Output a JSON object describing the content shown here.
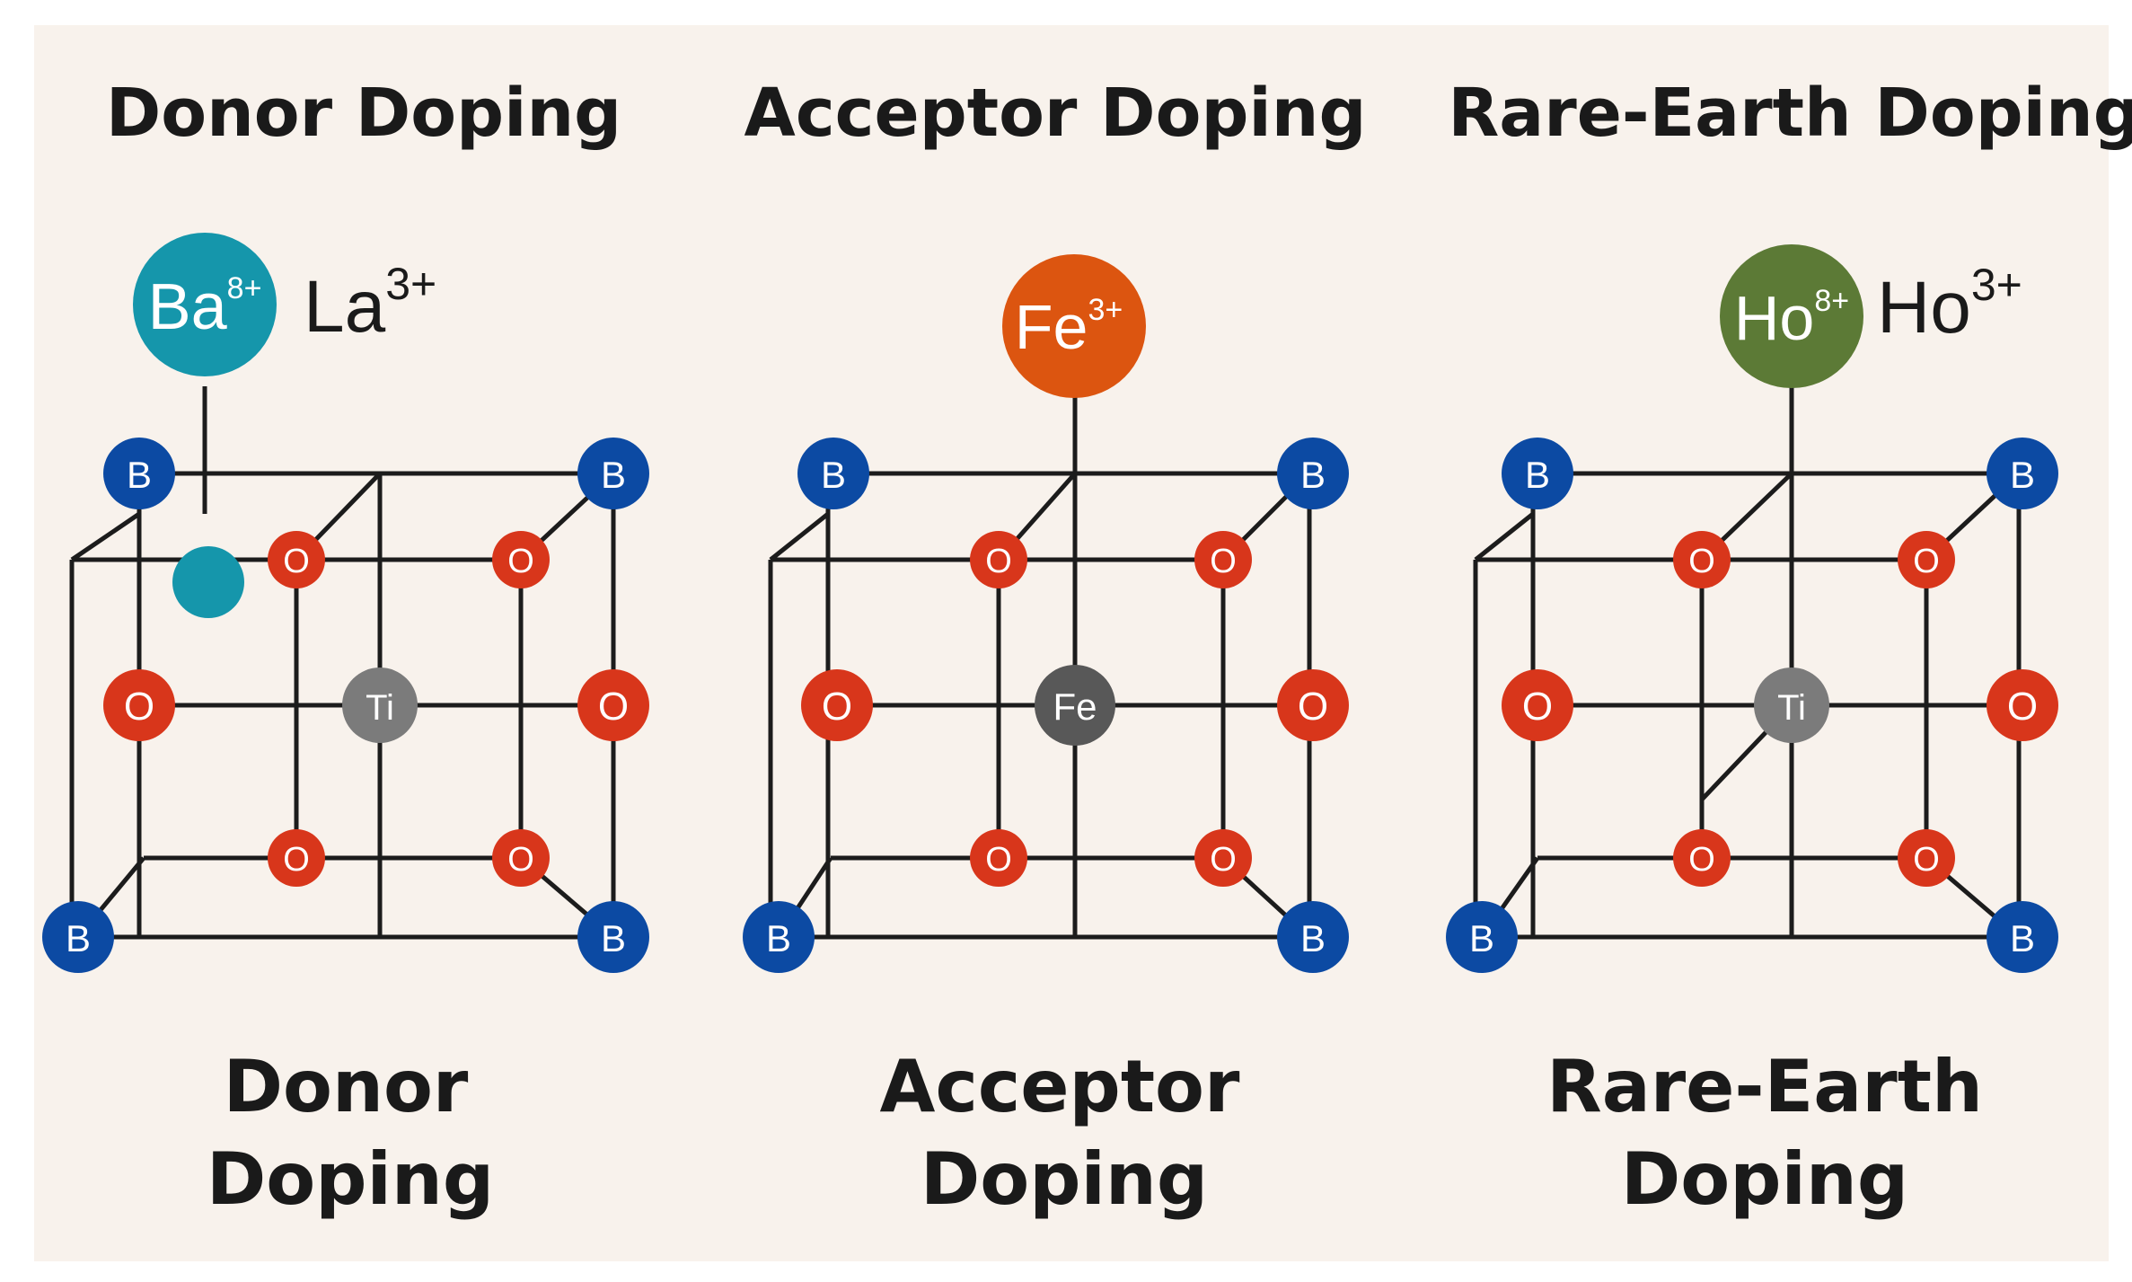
{
  "colors": {
    "background": "#f8f2ec",
    "b_site": "#0c4aa3",
    "oxygen": "#d8361b",
    "center": "#7b7b7b",
    "donor_dopant": "#1596ab",
    "acceptor_dopant": "#dc5510",
    "rare_earth_dopant": "#5c7a36",
    "line": "#1c1c1c"
  },
  "panels": [
    {
      "top_title": "Donor Doping",
      "dopant": {
        "symbol": "Ba",
        "sup": "8+"
      },
      "side_label": {
        "symbol": "La",
        "sup": "3+"
      },
      "center_label": "Ti",
      "b_label": "B",
      "o_label": "O",
      "bottom_line1": "Donor",
      "bottom_line2": "Doping"
    },
    {
      "top_title": "Acceptor Doping",
      "dopant": {
        "symbol": "Fe",
        "sup": "3+"
      },
      "center_label": "Fe",
      "b_label": "B",
      "o_label": "O",
      "bottom_line1": "Acceptor",
      "bottom_line2": "Doping"
    },
    {
      "top_title": "Rare-Earth Doping",
      "dopant": {
        "symbol": "Ho",
        "sup": "8+"
      },
      "side_label": {
        "symbol": "Ho",
        "sup": "3+"
      },
      "center_label": "Ti",
      "b_label": "B",
      "o_label": "O",
      "bottom_line1": "Rare-Earth",
      "bottom_line2": "Doping"
    }
  ]
}
